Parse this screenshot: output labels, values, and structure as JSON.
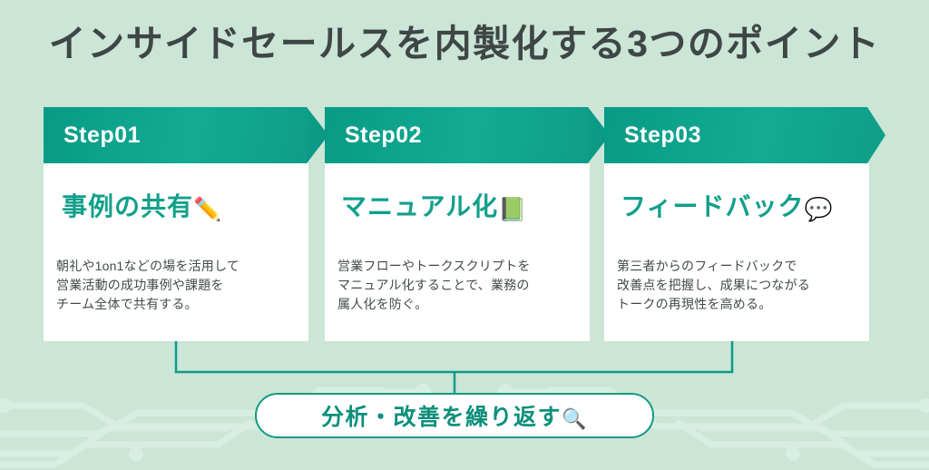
{
  "page": {
    "title": "インサイドセールスを内製化する3つのポイント",
    "background_color": "#cbe5d7",
    "accent_color": "#11a08b",
    "text_color": "#3f4746"
  },
  "steps": [
    {
      "step_label": "Step01",
      "heading": "事例の共有",
      "heading_icon": "✏️",
      "heading_icon_name": "pencil-icon",
      "body": "朝礼や1on1などの場を活用して\n営業活動の成功事例や課題を\nチーム全体で共有する。"
    },
    {
      "step_label": "Step02",
      "heading": "マニュアル化",
      "heading_icon": "📗",
      "heading_icon_name": "green-book-icon",
      "body": "営業フローやトークスクリプトを\nマニュアル化することで、業務の\n属人化を防ぐ。"
    },
    {
      "step_label": "Step03",
      "heading": "フィードバック",
      "heading_icon": "💬",
      "heading_icon_name": "speech-balloon-icon",
      "body": "第三者からのフィードバックで\n改善点を把握し、成果につながる\nトークの再現性を高める。"
    }
  ],
  "footer": {
    "pill_label": "分析・改善を繰り返す",
    "pill_icon": "🔍",
    "pill_icon_name": "magnifying-glass-icon"
  }
}
